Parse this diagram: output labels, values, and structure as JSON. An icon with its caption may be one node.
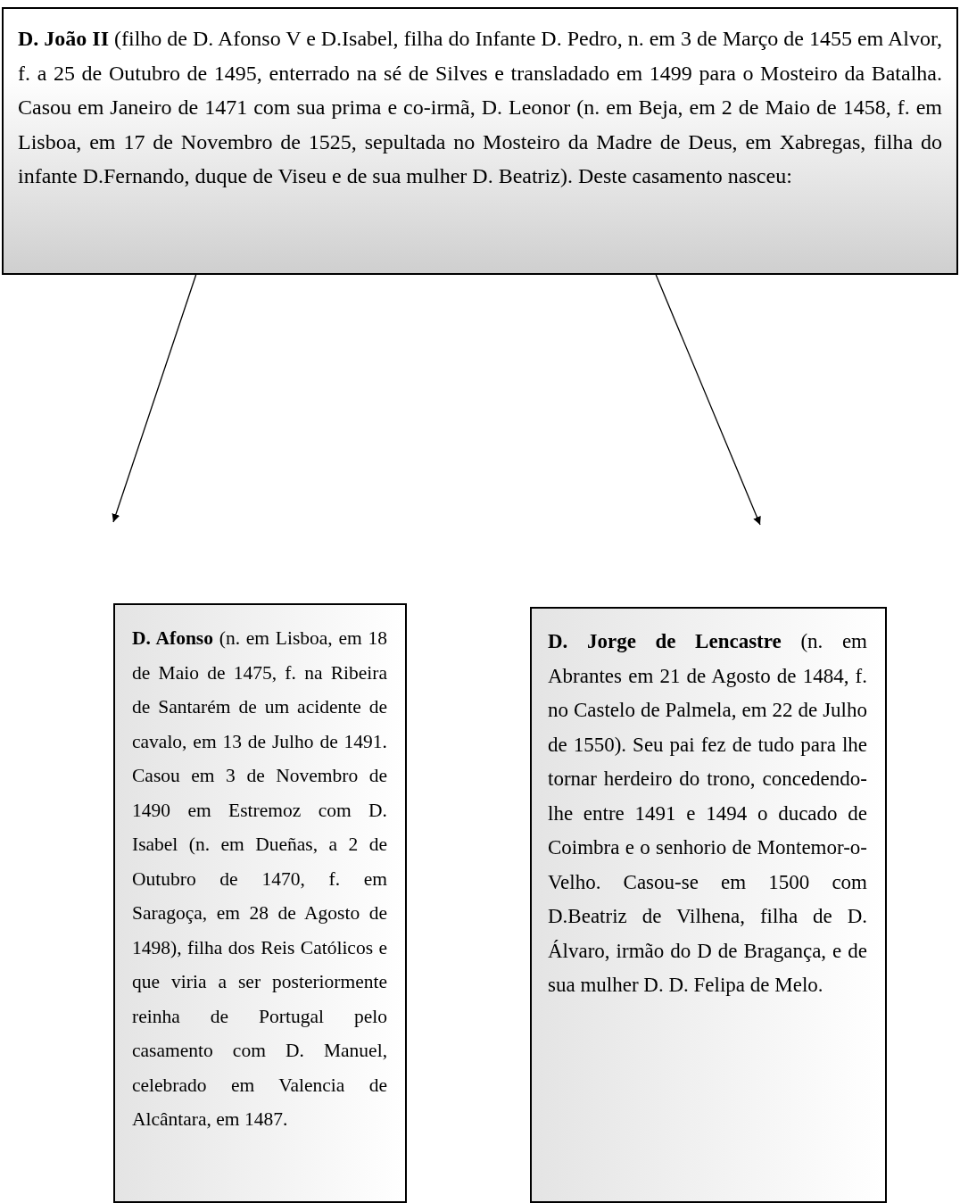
{
  "diagram": {
    "nodes": [
      {
        "text": [
          "**D. João II** (filho de D.  Afonso V  e D.Isabel, filha do Infante D. Pedro, n. em 3 de Março de 1455 em Alvor, f. a 25 de Outubro de 1495, enterrado na sé de Silves e transladado em 1499 para o Mosteiro da Batalha. Casou em Janeiro de 1471 com sua prima  e co-irmã, D. Leonor (n. em Beja, em 2 de  Maio de 1458, f. em Lisboa, em 17 de Novembro de 1525, sepultada no Mosteiro da Madre de Deus, em Xabregas, filha  do infante D.Fernando, duque de Viseu e de sua mulher D. Beatriz). Deste casamento nasceu:"
        ]
      },
      {
        "text": [
          "**D. Afonso** (n. em Lisboa, em 18 de Maio de 1475, f. na Ribeira de Santarém de um acidente de cavalo, em 13 de  Julho de 1491. Casou  em 3 de Novembro  de 1490 em Estremoz com D. Isabel (n. em Dueñas, a 2 de Outubro de 1470, f. em Saragoça, em 28 de Agosto de 1498), filha dos Reis Católicos e que viria a ser posteriormente reinha de Portugal pelo casamento com D. Manuel, celebrado em Valencia de Alcântara, em 1487."
        ]
      },
      {
        "text": [
          "**D. Jorge de Lencastre** (n. em Abrantes em 21 de Agosto de 1484, f. no Castelo de Palmela, em 22 de Julho de 1550). Seu pai fez de tudo para lhe tornar herdeiro do trono, concedendo-lhe entre 1491 e 1494 o ducado de Coimbra e o senhorio de Montemor-o-Velho. Casou-se em 1500 com D.Beatriz de Vilhena, filha de D. Álvaro, irmão do D de Bragança, e de sua mulher D. D. Felipa de Melo."
        ]
      }
    ],
    "edges": [
      {
        "from": 0,
        "to": 1,
        "arrow": "to"
      },
      {
        "from": 0,
        "to": 2,
        "arrow": "to"
      }
    ]
  }
}
